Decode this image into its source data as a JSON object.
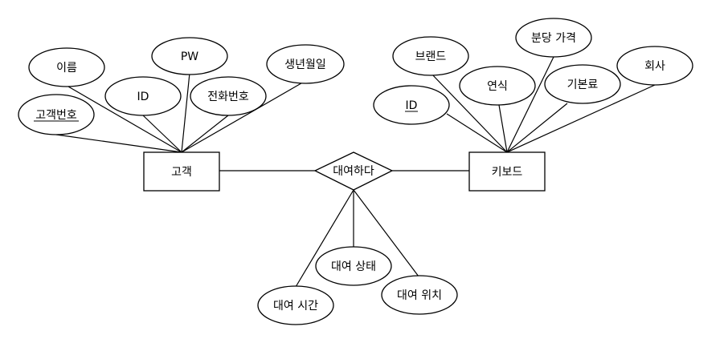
{
  "entities": {
    "customer": "고객",
    "keyboard": "키보드"
  },
  "relationship": {
    "rent": "대여하다"
  },
  "customer_attributes": {
    "customer_no": "고객번호",
    "name": "이름",
    "id": "ID",
    "pw": "PW",
    "phone": "전화번호",
    "birthdate": "생년월일"
  },
  "keyboard_attributes": {
    "id": "ID",
    "brand": "브랜드",
    "year": "연식",
    "price_per_minute": "분당 가격",
    "base_fee": "기본료",
    "company": "회사"
  },
  "rent_attributes": {
    "rental_time": "대여 시간",
    "rental_status": "대여 상태",
    "rental_location": "대여 위치"
  },
  "colors": {
    "stroke": "#000000",
    "fill": "#ffffff"
  }
}
